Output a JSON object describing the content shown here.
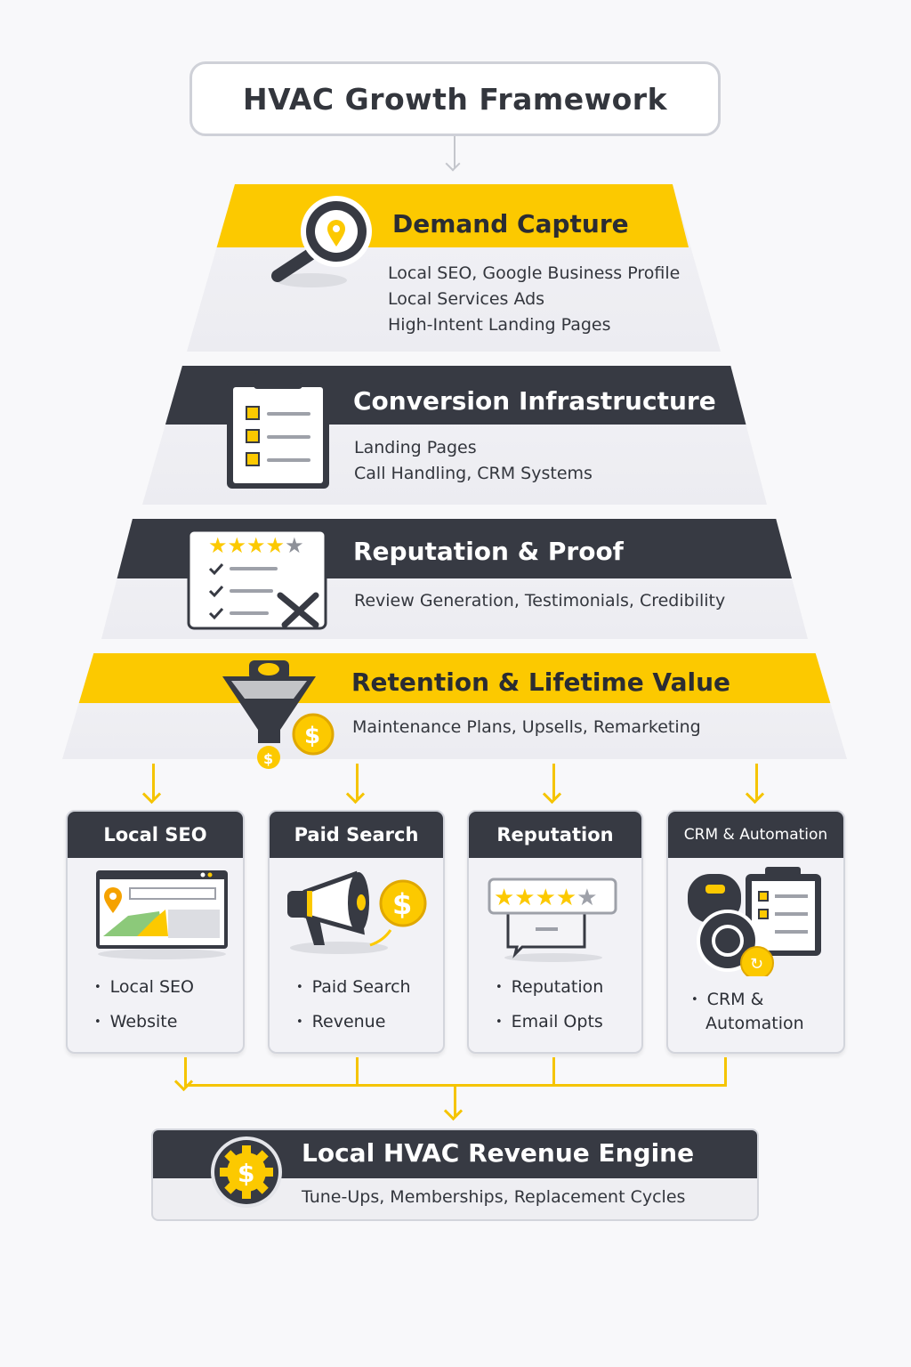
{
  "title": "HVAC Growth Framework",
  "tiers": [
    {
      "title": "Demand Capture",
      "lines": [
        "Local SEO, Google Business Profile",
        "Local Services Ads",
        "High-Intent Landing Pages"
      ],
      "icon": "magnifier-location-icon"
    },
    {
      "title": "Conversion Infrastructure",
      "lines": [
        "Landing Pages",
        "Call Handling, CRM Systems"
      ],
      "icon": "clipboard-checklist-icon"
    },
    {
      "title": "Reputation & Proof",
      "lines": [
        "Review Generation, Testimonials, Credibility"
      ],
      "icon": "review-stars-tools-icon"
    },
    {
      "title": "Retention & Lifetime Value",
      "lines": [
        "Maintenance Plans, Upsells, Remarketing"
      ],
      "icon": "funnel-coin-icon"
    }
  ],
  "cards": [
    {
      "title": "Local SEO",
      "items": [
        "Local SEO",
        "Website"
      ]
    },
    {
      "title": "Paid Search",
      "items": [
        "Paid Search",
        "Revenue"
      ]
    },
    {
      "title": "Reputation",
      "items": [
        "Reputation",
        "Email Opts"
      ]
    },
    {
      "title": "CRM & Automation",
      "items": [
        "CRM &",
        "Automation"
      ]
    }
  ],
  "engine": {
    "title": "Local HVAC Revenue Engine",
    "subtitle": "Tune-Ups, Memberships, Replacement Cycles"
  },
  "colors": {
    "accent": "#fcc900",
    "dark": "#373a43",
    "background": "#f8f8fa"
  }
}
